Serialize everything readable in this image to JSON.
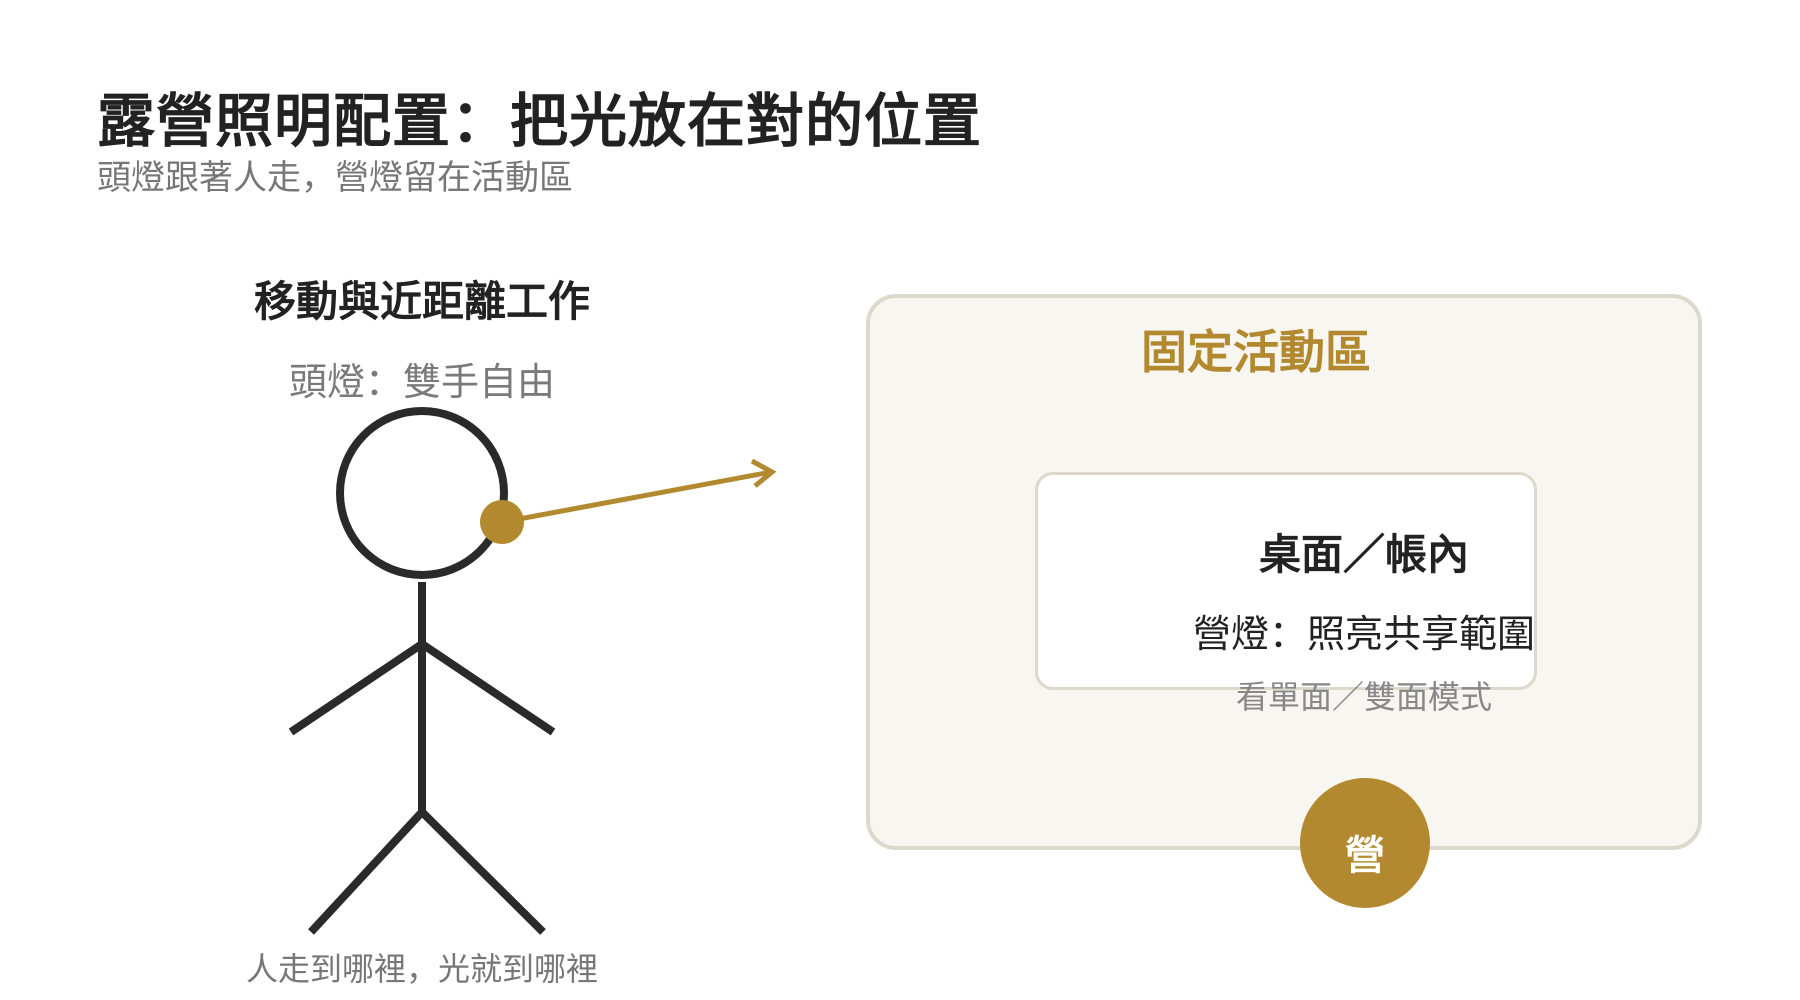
{
  "title": "露營照明配置：把光放在對的位置",
  "subtitle": "頭燈跟著人走，營燈留在活動區",
  "left": {
    "heading": "移動與近距離工作",
    "sub": "頭燈：雙手自由",
    "caption": "人走到哪裡，光就到哪裡"
  },
  "zone": {
    "title": "固定活動區",
    "table_heading": "桌面／帳內",
    "table_sub": "營燈：照亮共享範圍",
    "table_note": "看單面／雙面模式",
    "badge_label": "營"
  },
  "colors": {
    "accent": "#b2892e",
    "ink": "#222222",
    "muted": "#777777",
    "zone_fill": "#f8f6f0",
    "zone_border": "#dcd8cc"
  }
}
